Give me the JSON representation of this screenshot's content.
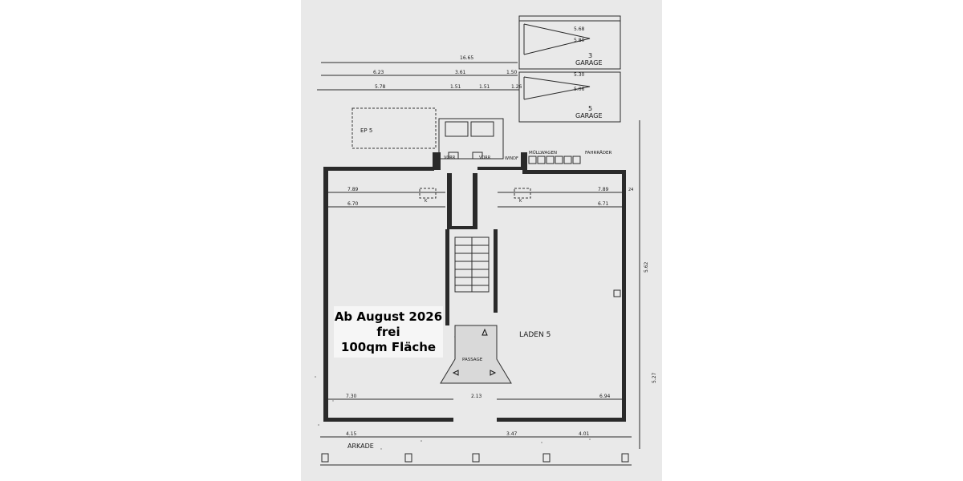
{
  "notice": {
    "line1": "Ab August 2026",
    "line2": "frei",
    "line3": "100qm Fläche"
  },
  "plan": {
    "garage_top": {
      "number": "3",
      "label": "GARAGE",
      "dim1": "5.68",
      "dim2": "5.80"
    },
    "garage_bottom": {
      "number": "5",
      "label": "GARAGE",
      "dim1": "5.30",
      "dim2": "5.06"
    },
    "rooms": {
      "ep": "EP 5",
      "muellwagen": "MÜLLWAGEN",
      "fahrraeder": "FAHRRÄDER",
      "vorr_left": "VORR",
      "vorr_right": "VORR",
      "windf": "WINDF",
      "laden": "LADEN 5",
      "passage": "PASSAGE",
      "arkade": "ARKADE",
      "k_left": "K",
      "k_right": "K"
    },
    "dims": {
      "overall": "16.65",
      "top_left": "6.23",
      "top_mid": "3.61",
      "top_right": "1.50",
      "row2_a": "5.78",
      "row2_b": "1.51",
      "row2_c": "1.51",
      "row2_d": "1.26",
      "upper_left": "7.89",
      "upper_right": "7.89",
      "mid_left": "6.70",
      "mid_right": "6.71",
      "bottom_left": "7.30",
      "bottom_mid": "2.13",
      "bottom_right": "6.94",
      "arkade_a": "4.15",
      "arkade_b": "3.47",
      "arkade_c": "4.01",
      "side_right": "5.62",
      "side_right2": "5.27",
      "wall24": "24"
    }
  }
}
